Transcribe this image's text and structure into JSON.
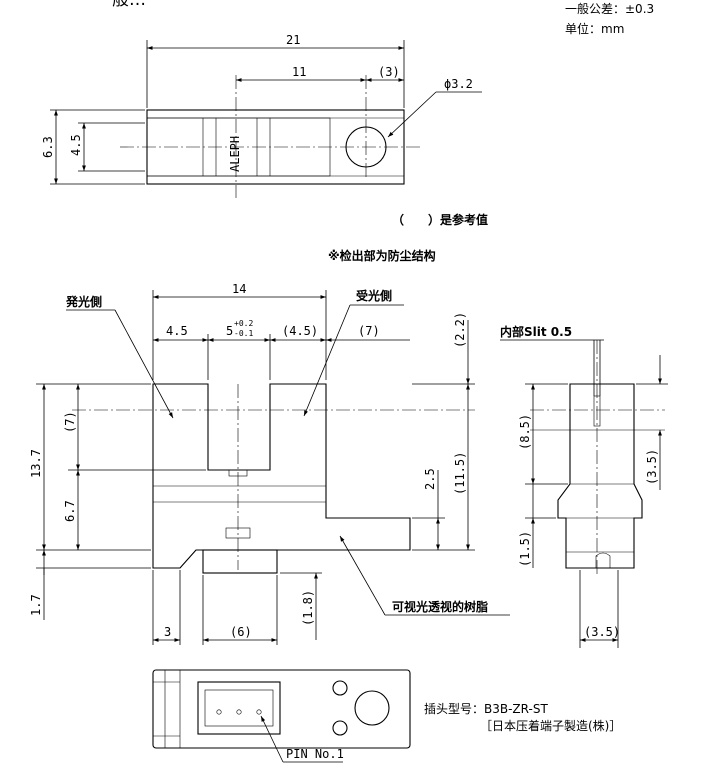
{
  "notes": {
    "tolerance": "一般公差：±0.3",
    "unit": "单位：mm",
    "reference": "（　　）是参考值",
    "dust": "※检出部为防尘结构"
  },
  "top_view": {
    "dim_overall": "21",
    "dim_center": "11",
    "dim_ref": "(3)",
    "dim_hole": "ϕ3.2",
    "dim_height": "6.3",
    "dim_inner": "4.5",
    "brand": "ALEPH"
  },
  "front_view": {
    "emitter": "発光側",
    "receiver": "受光側",
    "dim_width": "14",
    "dim_left": "4.5",
    "dim_slot": "5",
    "tol_plus": "+0.2",
    "tol_minus": "-0.1",
    "dim_right": "(4.5)",
    "dim_arm": "(7)",
    "dim_depth": "(7)",
    "dim_total": "13.7",
    "dim_lower": "6.7",
    "dim_foot": "1.7",
    "dim_r_top": "(2.2)",
    "dim_r_mid": "(11.5)",
    "dim_r_low": "2.5",
    "dim_base": "3",
    "dim_conn": "(6)",
    "dim_conn_h": "(1.8)",
    "resin": "可视光透视的树脂"
  },
  "side_view": {
    "slit": "内部Slit 0.5",
    "dim_a": "(8.5)",
    "dim_b": "(3.5)",
    "dim_c": "(1.5)",
    "dim_d": "(3.5)"
  },
  "bottom_view": {
    "connector": "插头型号：B3B-ZR-ST",
    "maker": "［日本压着端子製造(株)］",
    "pin": "PIN No.1"
  }
}
